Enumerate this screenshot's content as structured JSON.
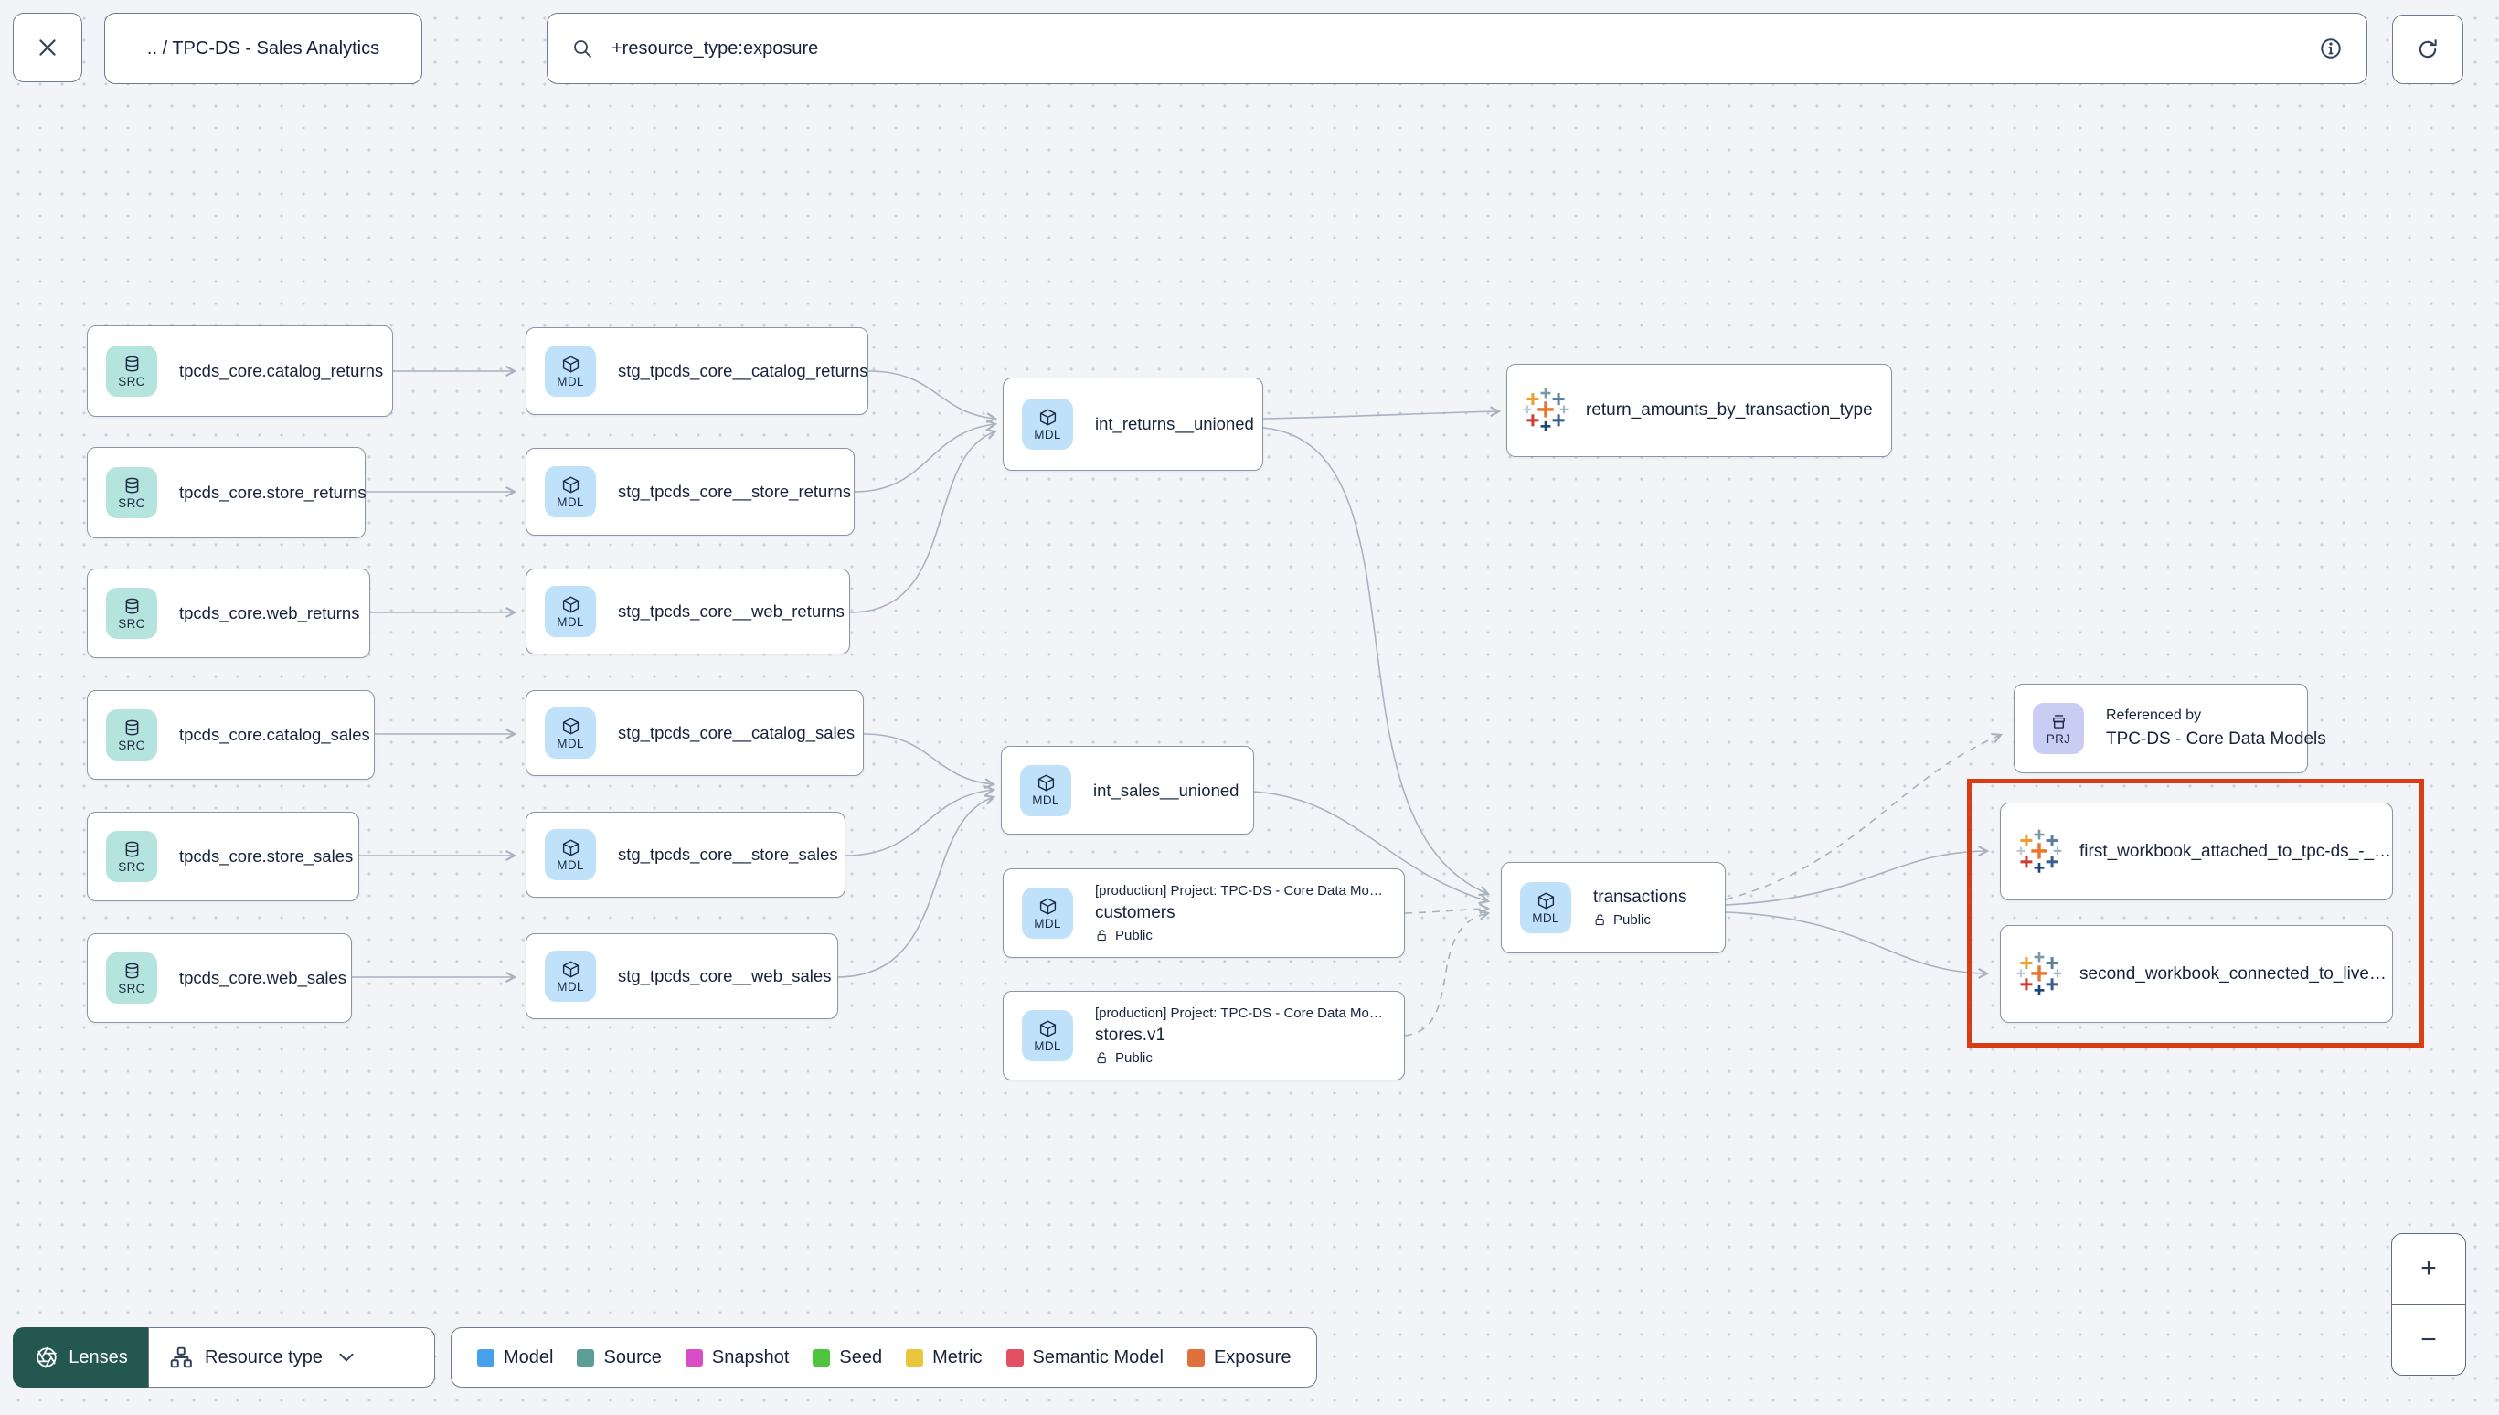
{
  "topbar": {
    "breadcrumb": ".. / TPC-DS - Sales Analytics",
    "search_value": "+resource_type:exposure"
  },
  "nodes": {
    "src1": {
      "badge": "SRC",
      "label": "tpcds_core.catalog_returns"
    },
    "src2": {
      "badge": "SRC",
      "label": "tpcds_core.store_returns"
    },
    "src3": {
      "badge": "SRC",
      "label": "tpcds_core.web_returns"
    },
    "src4": {
      "badge": "SRC",
      "label": "tpcds_core.catalog_sales"
    },
    "src5": {
      "badge": "SRC",
      "label": "tpcds_core.store_sales"
    },
    "src6": {
      "badge": "SRC",
      "label": "tpcds_core.web_sales"
    },
    "stg1": {
      "badge": "MDL",
      "label": "stg_tpcds_core__catalog_returns"
    },
    "stg2": {
      "badge": "MDL",
      "label": "stg_tpcds_core__store_returns"
    },
    "stg3": {
      "badge": "MDL",
      "label": "stg_tpcds_core__web_returns"
    },
    "stg4": {
      "badge": "MDL",
      "label": "stg_tpcds_core__catalog_sales"
    },
    "stg5": {
      "badge": "MDL",
      "label": "stg_tpcds_core__store_sales"
    },
    "stg6": {
      "badge": "MDL",
      "label": "stg_tpcds_core__web_sales"
    },
    "int_returns": {
      "badge": "MDL",
      "label": "int_returns__unioned"
    },
    "int_sales": {
      "badge": "MDL",
      "label": "int_sales__unioned"
    },
    "exp_returns": {
      "label": "return_amounts_by_transaction_type"
    },
    "customers": {
      "badge": "MDL",
      "project": "[production] Project: TPC-DS - Core Data Mo…",
      "label": "customers",
      "access": "Public"
    },
    "stores": {
      "badge": "MDL",
      "project": "[production] Project: TPC-DS - Core Data Mo…",
      "label": "stores.v1",
      "access": "Public"
    },
    "transactions": {
      "badge": "MDL",
      "label": "transactions",
      "access": "Public"
    },
    "referenced": {
      "badge": "PRJ",
      "title": "Referenced by",
      "label": "TPC-DS - Core Data Models"
    },
    "exp_first": {
      "label": "first_workbook_attached_to_tpc-ds_-_…"
    },
    "exp_second": {
      "label": "second_workbook_connected_to_live…"
    }
  },
  "legend": {
    "items": [
      {
        "label": "Model",
        "color": "#47a1ea"
      },
      {
        "label": "Source",
        "color": "#5d9d97"
      },
      {
        "label": "Snapshot",
        "color": "#d94ec4"
      },
      {
        "label": "Seed",
        "color": "#4fc53e"
      },
      {
        "label": "Metric",
        "color": "#e9c63e"
      },
      {
        "label": "Semantic Model",
        "color": "#e25064"
      },
      {
        "label": "Exposure",
        "color": "#e0713c"
      }
    ]
  },
  "toolbar": {
    "lenses_label": "Lenses",
    "resource_type_label": "Resource type"
  },
  "zoom_controls": {
    "zoom_in": "+",
    "zoom_out": "−"
  },
  "colors": {
    "highlight": "#d93d16",
    "lenses_bg": "#24574f",
    "badge_src": "#b5e3dd",
    "badge_mdl": "#bfe2fa",
    "badge_prj": "#c9cdf4"
  },
  "icons": {
    "close": "x",
    "search": "magnifier",
    "info": "circle-i",
    "refresh": "circular-arrow",
    "lenses": "aperture",
    "resource_type": "sitemap",
    "chevron": "chevron-down",
    "access": "open-padlock",
    "exposure": "tableau-logo",
    "source_badge": "database",
    "model_badge": "cube",
    "project_badge": "archive-box"
  }
}
